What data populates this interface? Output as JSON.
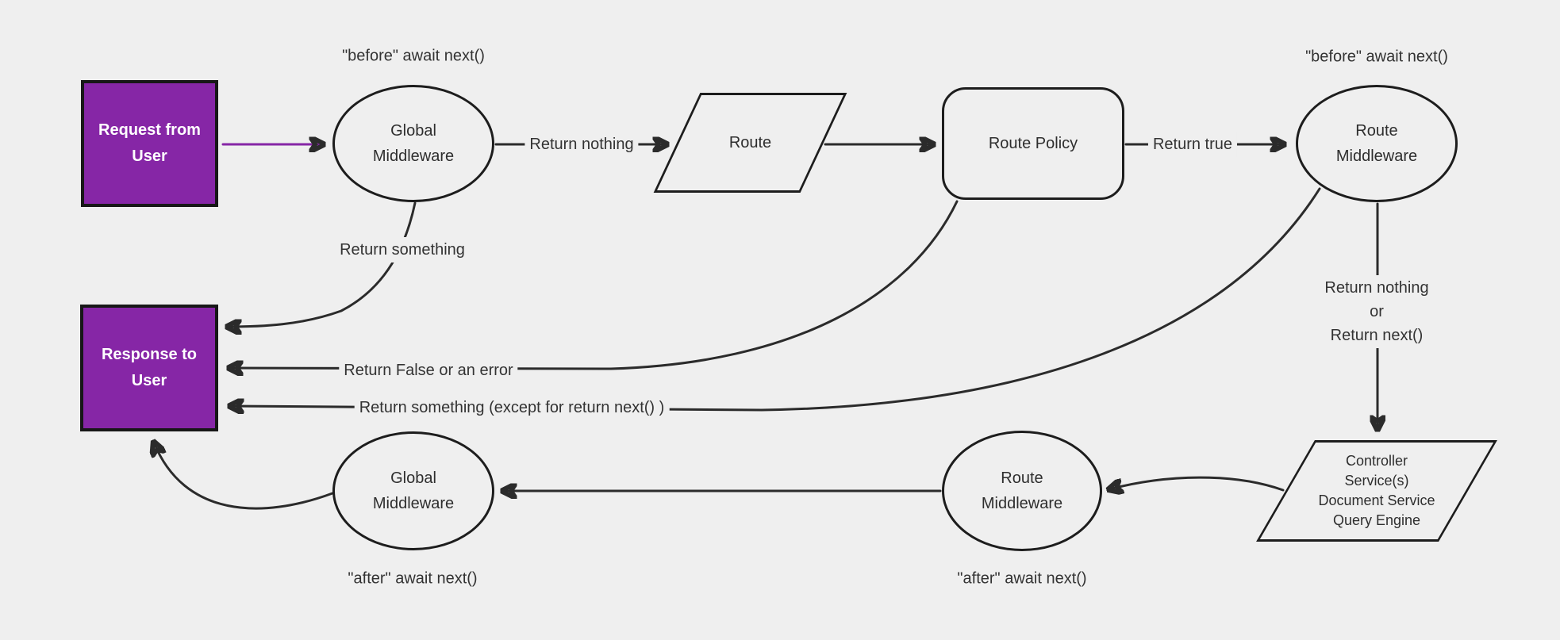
{
  "diagram": {
    "type": "flowchart",
    "colors": {
      "background": "#efefef",
      "node_stroke": "#1d1d1d",
      "edge_stroke": "#2b2b2b",
      "accent_purple": "#8626a6",
      "node_text": "#2e2e2e",
      "edge_text": "#333333",
      "purple_box_text": "#ffffff"
    },
    "nodes": {
      "request_from_user": {
        "label": "Request from\nUser",
        "shape": "rect-purple"
      },
      "global_middleware_top": {
        "label": "Global\nMiddleware",
        "shape": "ellipse"
      },
      "route": {
        "label": "Route",
        "shape": "parallelogram"
      },
      "route_policy": {
        "label": "Route Policy",
        "shape": "rounded-rect"
      },
      "route_middleware_top": {
        "label": "Route\nMiddleware",
        "shape": "ellipse"
      },
      "controller": {
        "label": "Controller\nService(s)\nDocument Service\nQuery Engine",
        "shape": "parallelogram"
      },
      "route_middleware_bottom": {
        "label": "Route\nMiddleware",
        "shape": "ellipse"
      },
      "global_middleware_bottom": {
        "label": "Global\nMiddleware",
        "shape": "ellipse"
      },
      "response_to_user": {
        "label": "Response to\nUser",
        "shape": "rect-purple"
      }
    },
    "edge_labels": {
      "return_nothing": "Return nothing",
      "return_true": "Return true",
      "return_something": "Return something",
      "return_nothing_or_next": "Return nothing\nor\nReturn next()",
      "return_false_or_error": "Return False or an error",
      "return_something_except": "Return something (except for return next() )"
    },
    "annotations": {
      "before_await_next_global": "\"before\" await next()",
      "before_await_next_route": "\"before\" await next()",
      "after_await_next_global": "\"after\" await next()",
      "after_await_next_route": "\"after\" await next()"
    }
  }
}
